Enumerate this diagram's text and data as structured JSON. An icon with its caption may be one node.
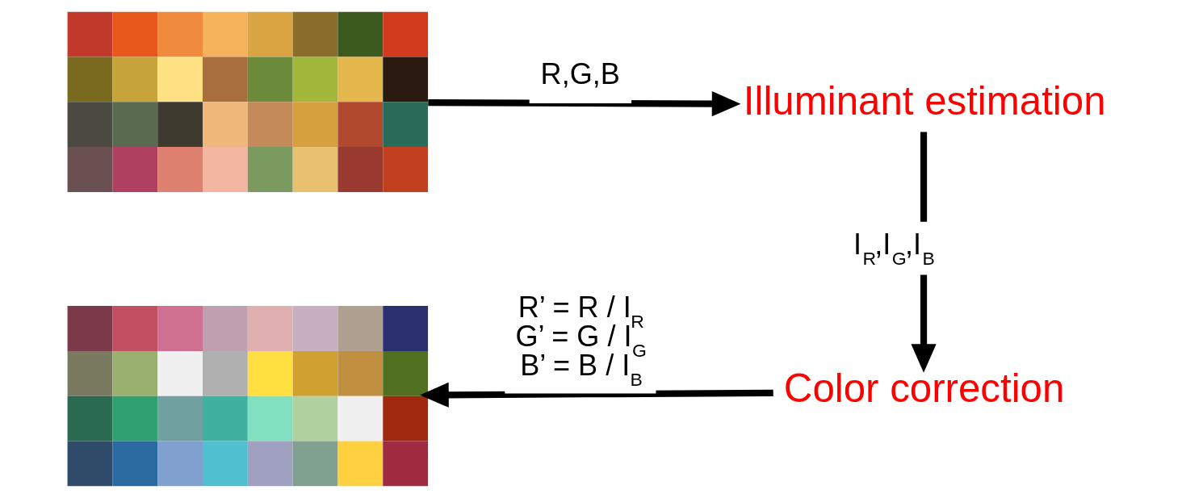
{
  "diagram": {
    "nodes": [
      {
        "text": [],
        "shape": "picture"
      },
      {
        "text": [
          "Illuminant estimation"
        ]
      },
      {
        "text": [
          "Color correction"
        ]
      },
      {
        "text": [],
        "shape": "picture"
      }
    ],
    "edges": [
      {
        "from": 0,
        "to": 1,
        "arrow": "to",
        "label": "R,G,B"
      },
      {
        "from": 1,
        "to": 2,
        "arrow": "to",
        "label": "I$_{R}$,I$_{G}$,I$_{B}$"
      },
      {
        "from": 2,
        "to": 3,
        "arrow": "to",
        "label": "R’ = R / I$_{R}$ G’ = G / I$_{G}$ B’ = B / I$_{B}$"
      }
    ]
  }
}
